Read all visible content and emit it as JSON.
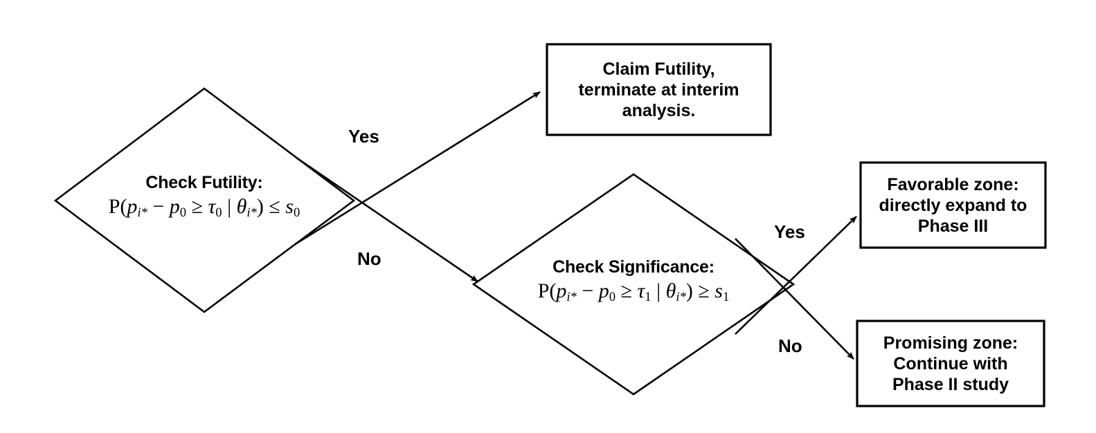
{
  "diagram": {
    "type": "decision-flowchart",
    "background": "#ffffff",
    "stroke": "#000000",
    "nodes": [
      {
        "id": "check-futility",
        "shape": "diamond",
        "title": "Check Futility:",
        "formula_parts": {
          "p_open": "P(",
          "p_i": "p",
          "p_i_sub": "i*",
          "minus": " − ",
          "p_0": "p",
          "p_0_sub": "0",
          "rel1": " ≥ ",
          "tau": "τ",
          "tau_sub": "0",
          "mid": " | ",
          "theta": "θ",
          "theta_sub": "i*",
          "p_close": ")",
          "rel2": " ≤ ",
          "s": "s",
          "s_sub": "0"
        }
      },
      {
        "id": "check-significance",
        "shape": "diamond",
        "title": "Check Significance:",
        "formula_parts": {
          "p_open": "P(",
          "p_i": "p",
          "p_i_sub": "i*",
          "minus": " − ",
          "p_0": "p",
          "p_0_sub": "0",
          "rel1": " ≥ ",
          "tau": "τ",
          "tau_sub": "1",
          "mid": " | ",
          "theta": "θ",
          "theta_sub": "i*",
          "p_close": ")",
          "rel2": " ≥ ",
          "s": "s",
          "s_sub": "1"
        }
      },
      {
        "id": "claim-futility",
        "shape": "rectangle",
        "lines": [
          "Claim Futility,",
          "terminate at interim",
          "analysis."
        ]
      },
      {
        "id": "favorable-zone",
        "shape": "rectangle",
        "lines": [
          "Favorable zone:",
          "directly expand to",
          "Phase III"
        ]
      },
      {
        "id": "promising-zone",
        "shape": "rectangle",
        "lines": [
          "Promising zone:",
          "Continue with",
          "Phase II study"
        ]
      }
    ],
    "edges": [
      {
        "id": "futility-yes",
        "label": "Yes",
        "from": "check-futility",
        "to": "claim-futility"
      },
      {
        "id": "futility-no",
        "label": "No",
        "from": "check-futility",
        "to": "check-significance"
      },
      {
        "id": "significance-yes",
        "label": "Yes",
        "from": "check-significance",
        "to": "favorable-zone"
      },
      {
        "id": "significance-no",
        "label": "No",
        "from": "check-significance",
        "to": "promising-zone"
      }
    ]
  }
}
